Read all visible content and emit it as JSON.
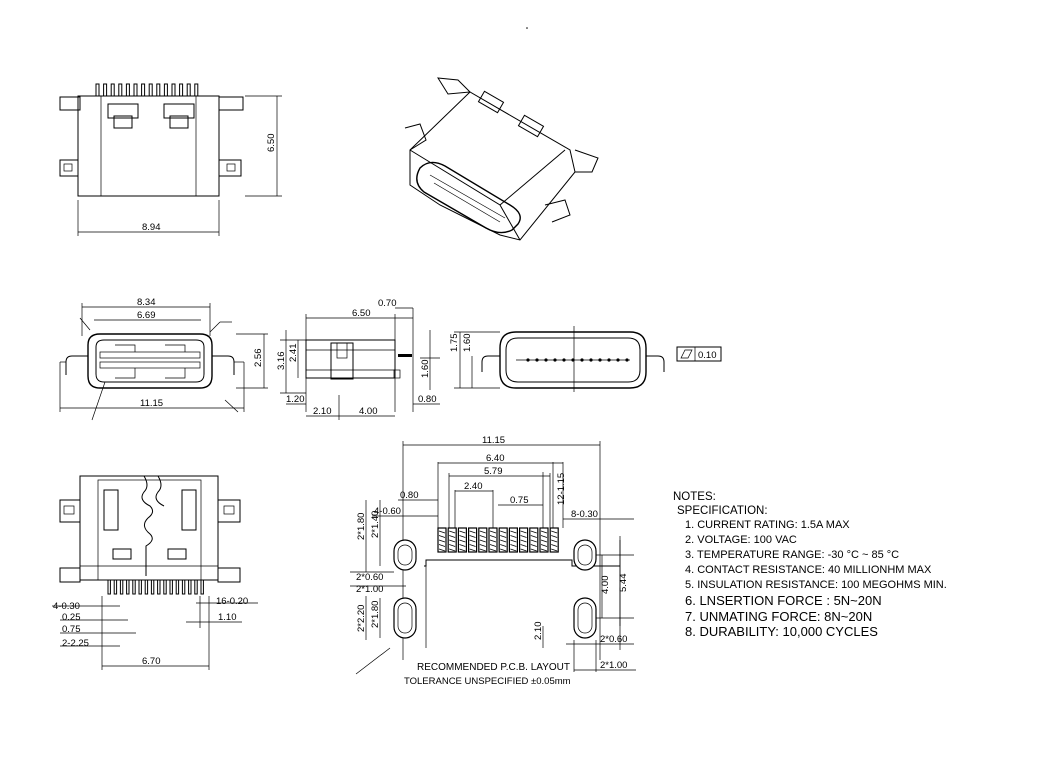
{
  "top_view": {
    "width": "8.94",
    "height": "6.50"
  },
  "front_view": {
    "outer_width": "8.34",
    "inner_width": "6.69",
    "overall_width": "11.15",
    "height": "2.56"
  },
  "side_view": {
    "d_070": "0.70",
    "d_650": "6.50",
    "d_316": "3.16",
    "d_241": "2.41",
    "d_160": "1.60",
    "d_120": "1.20",
    "d_210": "2.10",
    "d_400": "4.00",
    "d_080": "0.80"
  },
  "rear_view": {
    "d_175": "1.75",
    "d_160": "1.60",
    "flatness": "0.10"
  },
  "bottom_view": {
    "pitch_dim": "4-0.30",
    "d_025": "0.25",
    "d_075": "0.75",
    "d_225": "2-2.25",
    "width": "6.70",
    "pin_dim": "16-0.20",
    "d_110": "1.10"
  },
  "pcb_layout": {
    "d_1115": "11.15",
    "d_640": "6.40",
    "d_579": "5.79",
    "d_240": "2.40",
    "d_075": "0.75",
    "d_080": "0.80",
    "d_1115b": "12-1.15",
    "d_4060": "4-0.60",
    "d_8030": "8-0.30",
    "d_2180": "2*1.80",
    "d_2140": "2*1.40",
    "d_2060": "2*0.60",
    "d_2100": "2*1.00",
    "d_2220": "2*2.20",
    "d_2180b": "2*1.80",
    "d_400": "4.00",
    "d_544": "5.44",
    "d_210": "2.10",
    "d_2060b": "2*0.60",
    "d_2100b": "2*1.00",
    "caption": "RECOMMENDED  P.C.B. LAYOUT",
    "tolerance": "TOLERANCE UNSPECIFIED ±0.05mm"
  },
  "notes": {
    "heading": "NOTES:",
    "subheading": "SPECIFICATION:",
    "items": [
      "1. CURRENT RATING: 1.5A MAX",
      "2. VOLTAGE: 100 VAC",
      "3. TEMPERATURE RANGE: -30 °C ~ 85 °C",
      "4. CONTACT RESISTANCE: 40 MILLIONHM MAX",
      "5. INSULATION RESISTANCE: 100 MEGOHMS MIN.",
      "6. LNSERTION FORCE : 5N~20N",
      "7. UNMATING FORCE: 8N~20N",
      "8. DURABILITY:   10,000 CYCLES"
    ]
  }
}
